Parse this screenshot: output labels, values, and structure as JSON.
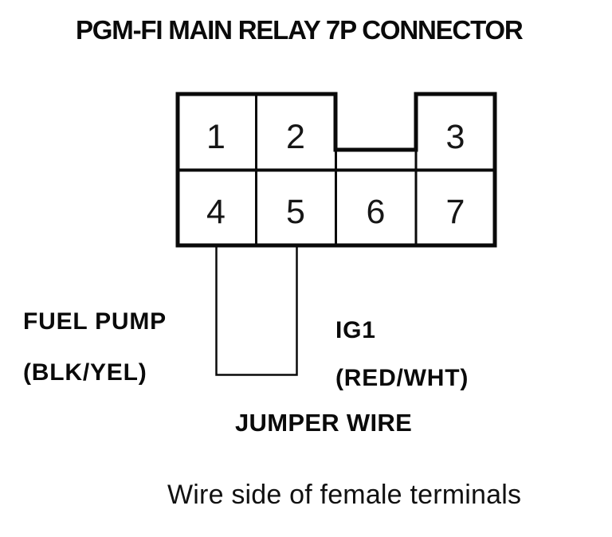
{
  "title": "PGM-FI MAIN RELAY 7P CONNECTOR",
  "connector": {
    "description": "7P connector body, two rows with top-center notch",
    "pins": [
      {
        "number": "1"
      },
      {
        "number": "2"
      },
      {
        "number": "3"
      },
      {
        "number": "4"
      },
      {
        "number": "5"
      },
      {
        "number": "6"
      },
      {
        "number": "7"
      }
    ]
  },
  "labels": {
    "fuel_pump_line1": "FUEL PUMP",
    "fuel_pump_line2": "(BLK/YEL)",
    "ig1_line1": "IG1",
    "ig1_line2": "(RED/WHT)",
    "jumper_wire": "JUMPER WIRE",
    "footnote": "Wire side of female terminals"
  },
  "colors": {
    "ink": "#0a0a0a",
    "paper": "#ffffff"
  }
}
